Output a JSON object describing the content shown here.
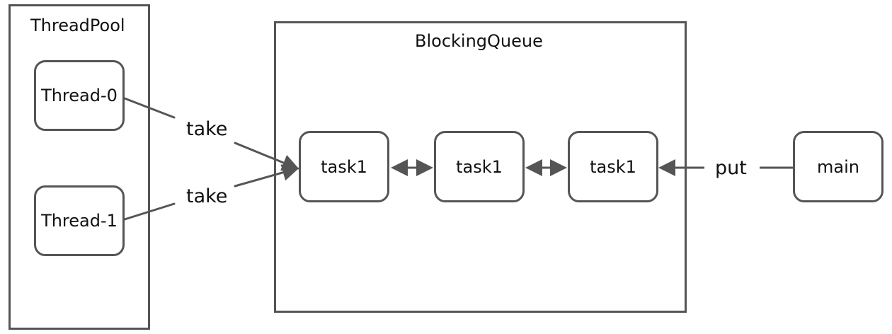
{
  "diagram": {
    "thread_pool": {
      "title": "ThreadPool",
      "threads": [
        "Thread-0",
        "Thread-1"
      ]
    },
    "queue": {
      "title": "BlockingQueue",
      "tasks": [
        "task1",
        "task1",
        "task1"
      ]
    },
    "producer": {
      "label": "main"
    },
    "edges": {
      "take_top": "take",
      "take_bottom": "take",
      "put": "put"
    },
    "colors": {
      "stroke": "#555555",
      "text": "#111111",
      "background": "#ffffff"
    }
  }
}
